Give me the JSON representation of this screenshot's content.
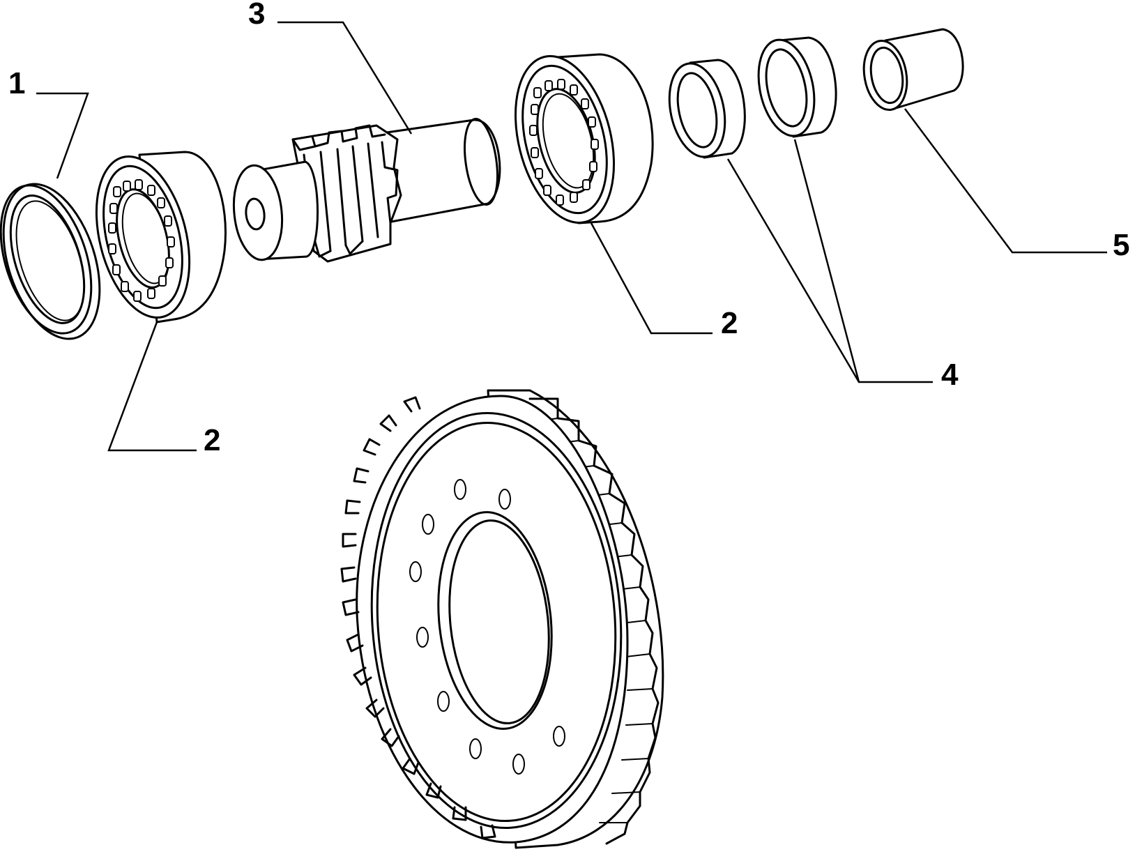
{
  "callouts": {
    "c1": "1",
    "c2a": "2",
    "c2b": "2",
    "c3": "3",
    "c4": "4",
    "c5": "5"
  },
  "colors": {
    "line": "#000000",
    "background": "#ffffff"
  }
}
